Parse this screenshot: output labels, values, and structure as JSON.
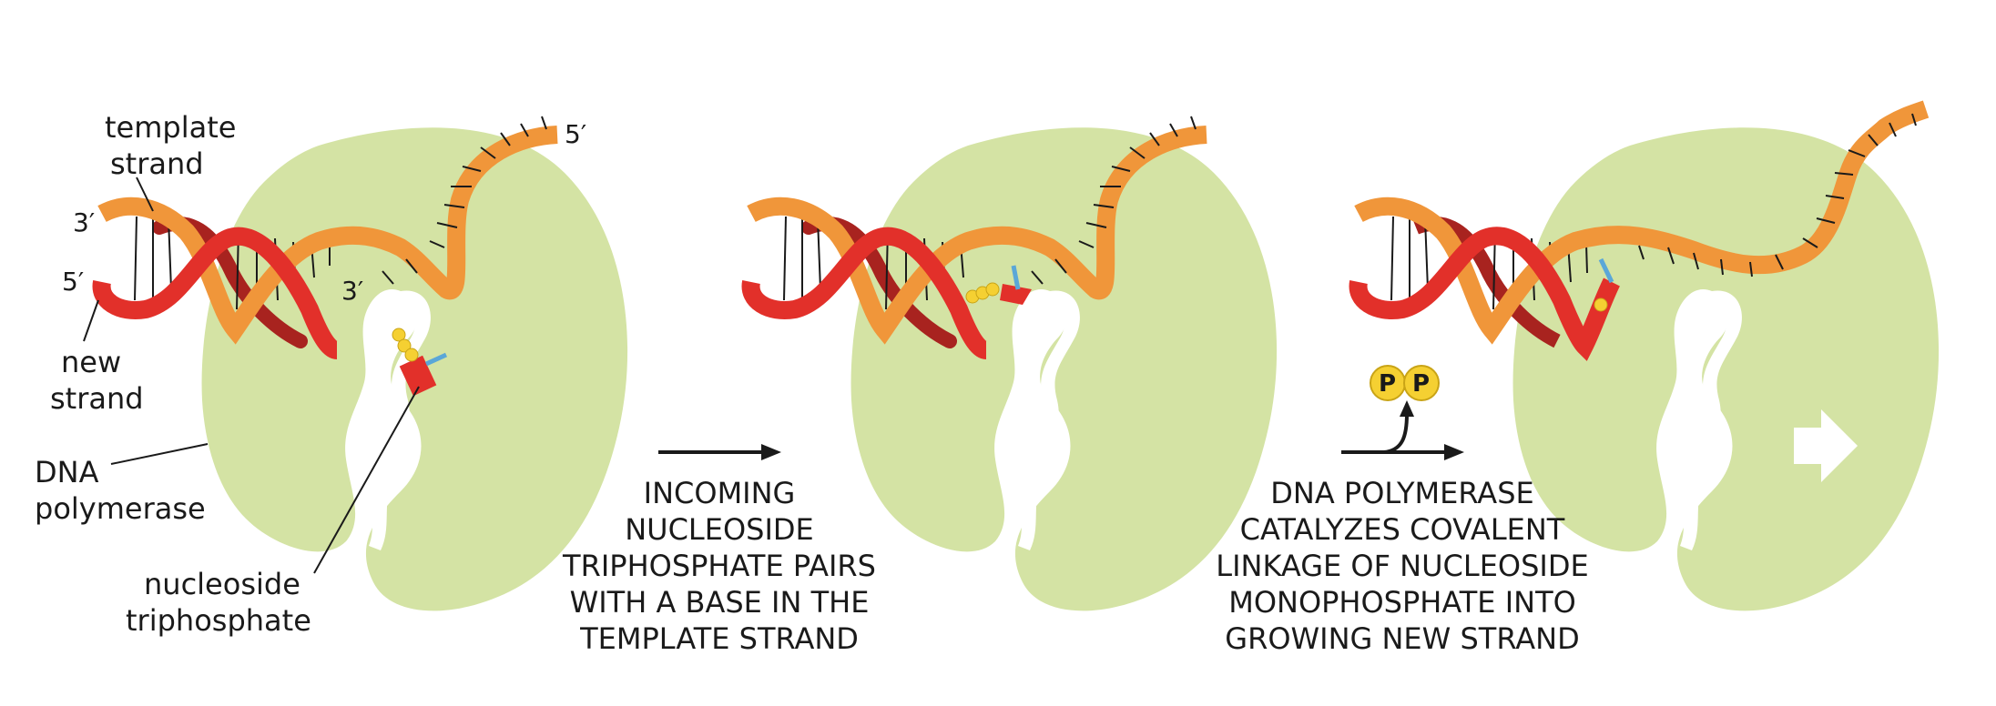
{
  "labels": {
    "template_strand": [
      "template",
      "strand"
    ],
    "new_strand": [
      "new",
      "strand"
    ],
    "dna_polymerase": [
      "DNA",
      "polymerase"
    ],
    "nucleoside_triphosphate": [
      "nucleoside",
      "triphosphate"
    ],
    "end_3_top": "3′",
    "end_5_left": "5′",
    "end_5_top": "5′",
    "end_3_inner": "3′"
  },
  "steps": [
    {
      "caption": [
        "INCOMING",
        "NUCLEOSIDE",
        "TRIPHOSPHATE PAIRS",
        "WITH A BASE IN THE",
        "TEMPLATE STRAND"
      ]
    },
    {
      "caption": [
        "DNA POLYMERASE",
        "CATALYZES COVALENT",
        "LINKAGE OF NUCLEOSIDE",
        "MONOPHOSPHATE INTO",
        "GROWING NEW STRAND"
      ]
    }
  ],
  "pyrophosphate": {
    "p1": "P",
    "p2": "P"
  },
  "icons": [
    "polymerase-shape",
    "dna-helix-icon",
    "nucleotide-icon",
    "right-arrow-icon",
    "pyrophosphate-release-icon",
    "movement-arrow-icon"
  ],
  "colors": {
    "polymerase": "#d4e3a4",
    "template_strand": "#f0963a",
    "template_dark": "#e07a24",
    "new_strand": "#e2302a",
    "new_strand_dark": "#a8231f",
    "phosphate": "#f5d032",
    "base_blue": "#5aa7d8",
    "text": "#1a1a1a"
  }
}
